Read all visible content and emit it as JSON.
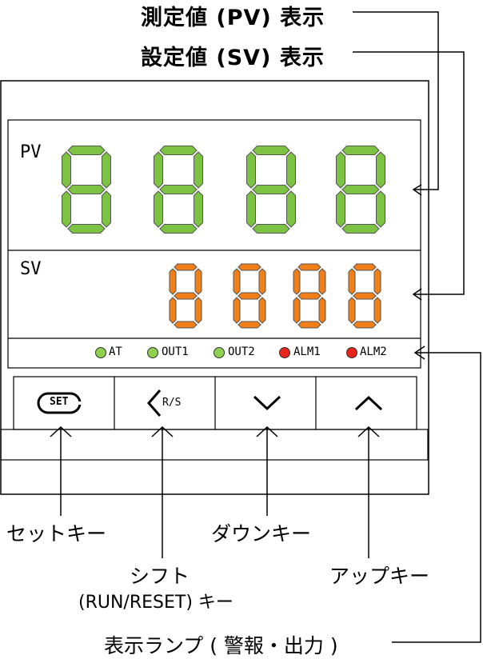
{
  "labels": {
    "pv_display": "測定値 (PV) 表示",
    "sv_display": "設定値 (SV) 表示",
    "set_key": "セットキー",
    "shift_key_line1": "シフト",
    "shift_key_line2": "(RUN/RESET) キー",
    "down_key": "ダウンキー",
    "up_key": "アップキー",
    "lamps": "表示ランプ ( 警報・出力 )"
  },
  "panel": {
    "pv_label": "PV",
    "sv_label": "SV",
    "pv_digits": [
      "8",
      "8",
      "8",
      "8"
    ],
    "sv_digits": [
      "8",
      "8",
      "8",
      "8"
    ],
    "pv_color": "#7cc243",
    "sv_color": "#f07f17"
  },
  "lamps": [
    {
      "label": "AT",
      "color": "#8fd14f"
    },
    {
      "label": "OUT1",
      "color": "#8fd14f"
    },
    {
      "label": "OUT2",
      "color": "#8fd14f"
    },
    {
      "label": "ALM1",
      "color": "#e8231c"
    },
    {
      "label": "ALM2",
      "color": "#e8231c"
    }
  ],
  "keys": {
    "set_label": "SET",
    "rs_label": "R/S",
    "down_icon": "chevron-down-icon",
    "up_icon": "chevron-up-icon"
  }
}
